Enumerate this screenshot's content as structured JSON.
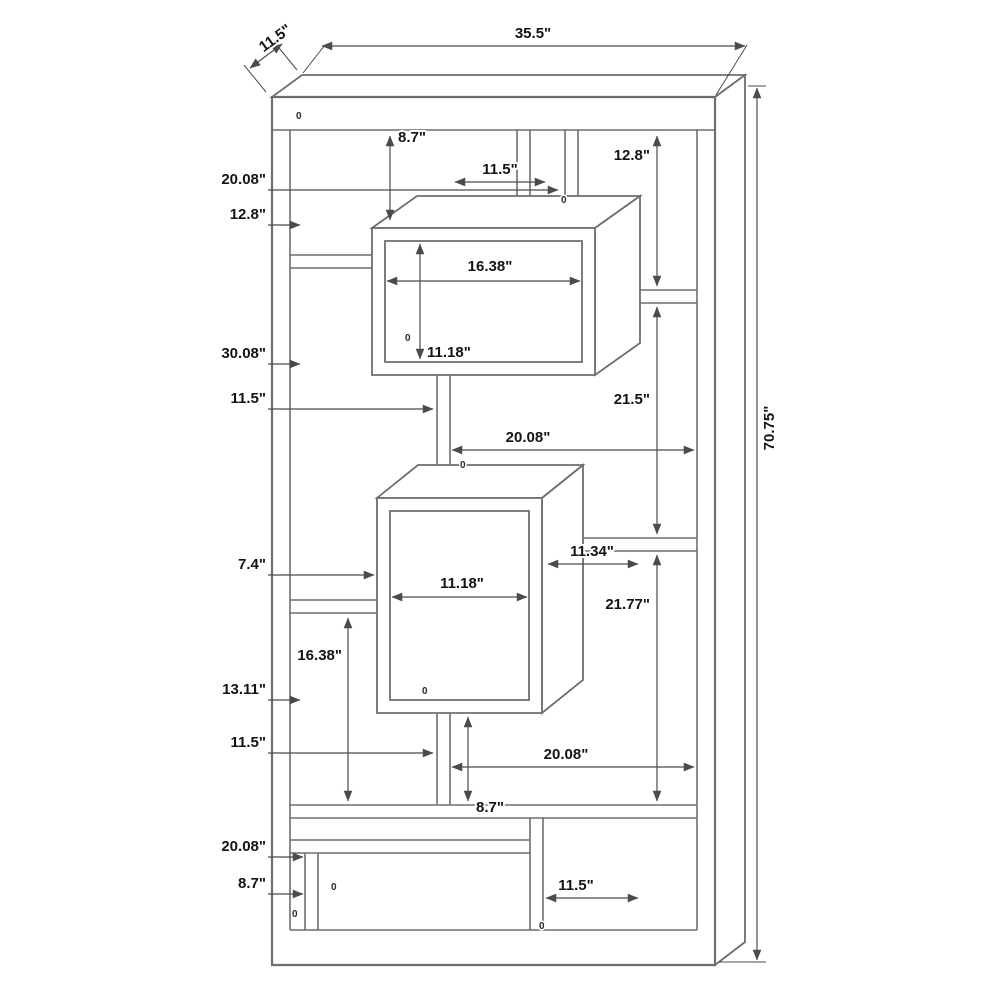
{
  "diagram": {
    "subject": "Geometric bookcase dimension drawing",
    "units": "inches"
  },
  "dims": {
    "overall_width": "35.5\"",
    "overall_depth": "11.5\"",
    "overall_height": "70.75\"",
    "top_gap_height": "8.7\"",
    "top_opening_width": "11.5\"",
    "top_right_height": "12.8\"",
    "left_top_width": "20.08\"",
    "left_upper_height": "12.8\"",
    "upper_box_inner_width": "16.38\"",
    "left_mid_height": "30.08\"",
    "upper_box_inner_height": "11.18\"",
    "left_shelf_width": "11.5\"",
    "right_mid_height": "21.5\"",
    "mid_opening_width": "20.08\"",
    "left_box_gap": "7.4\"",
    "mid_box_inner_width": "11.18\"",
    "mid_shelf_width": "11.34\"",
    "right_lower_height": "21.77\"",
    "left_lower_height": "13.11\"",
    "mid_box_inner_height": "16.38\"",
    "left_lower_width": "11.5\"",
    "lower_opening_width": "20.08\"",
    "lower_gap_height": "8.7\"",
    "bottom_shelf_width": "20.08\"",
    "bottom_gap_height": "8.7\"",
    "bottom_opening_width": "11.5\"",
    "zero": "0"
  }
}
